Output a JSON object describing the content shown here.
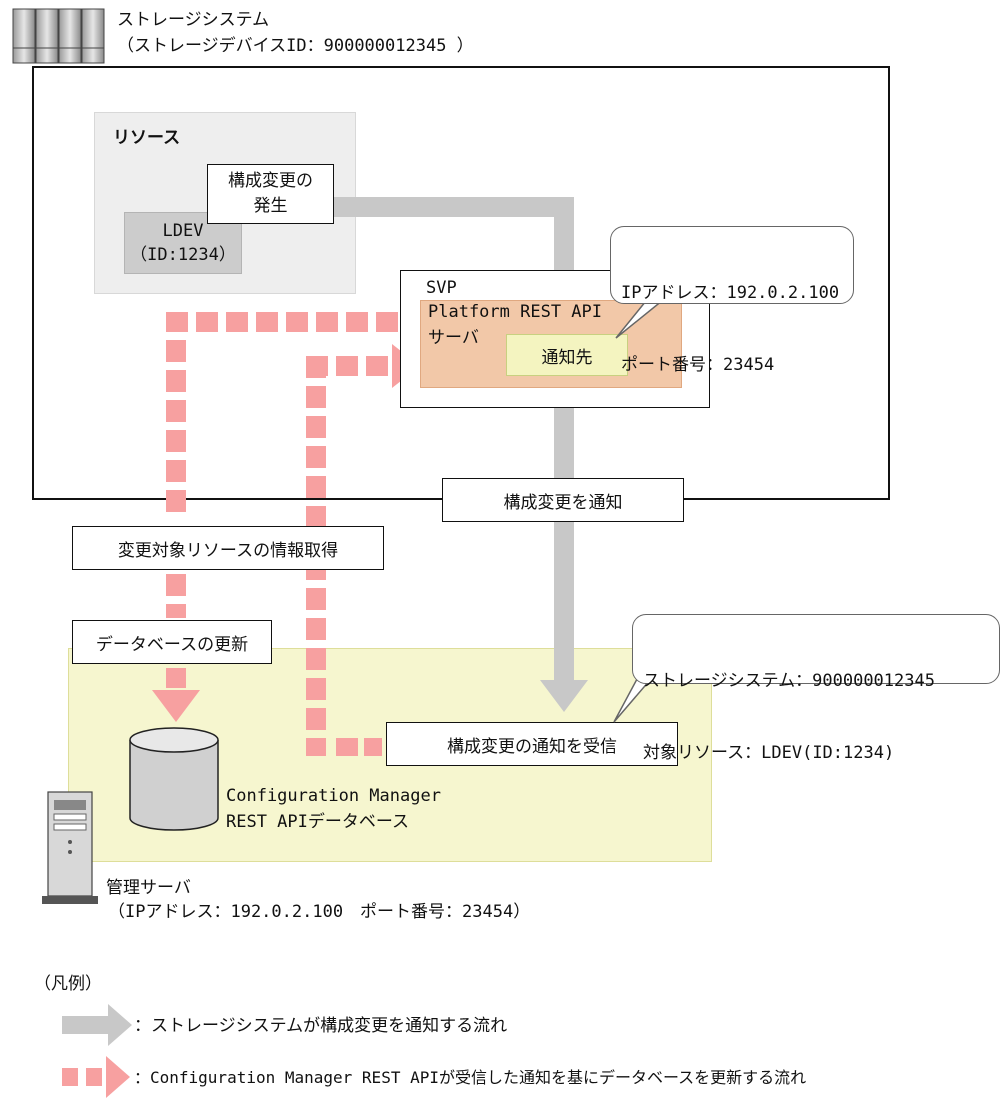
{
  "storage": {
    "title": "ストレージシステム",
    "device_id": "（ストレージデバイスID：900000012345 ）"
  },
  "resource": {
    "title": "リソース",
    "ldev_name": "LDEV",
    "ldev_id": "（ID:1234）",
    "change_label_line1": "構成変更の",
    "change_label_line2": "発生"
  },
  "svp": {
    "title": "SVP",
    "server_line1": "Platform REST API",
    "server_line2": "サーバ",
    "destination": "通知先",
    "callout_line1": "IPアドレス：192.0.2.100",
    "callout_line2": "ポート番号：23454"
  },
  "flow": {
    "notify_config_change": "構成変更を通知",
    "get_resource_info": "変更対象リソースの情報取得",
    "update_database": "データベースの更新",
    "receive_notification": "構成変更の通知を受信"
  },
  "notification_callout": {
    "line1": "ストレージシステム：900000012345",
    "line2": "対象リソース：LDEV(ID:1234)"
  },
  "database": {
    "line1": "Configuration Manager",
    "line2": "REST APIデータベース"
  },
  "management_server": {
    "title": "管理サーバ",
    "address": "（IPアドレス：192.0.2.100　ポート番号：23454）"
  },
  "legend": {
    "title": "（凡例）",
    "gray_arrow": "：ストレージシステムが構成変更を通知する流れ",
    "pink_arrow": "：Configuration Manager REST APIが受信した通知を基にデータベースを更新する流れ"
  },
  "colors": {
    "gray_arrow": "#c8c8c8",
    "pink_arrow": "#f7a0a0",
    "resource_bg": "#eeeeee",
    "ldev_bg": "#cccccc",
    "server_bg": "#f2c8a8",
    "destination_bg": "#f4f4c0",
    "mgmt_bg": "#f6f6cf"
  }
}
